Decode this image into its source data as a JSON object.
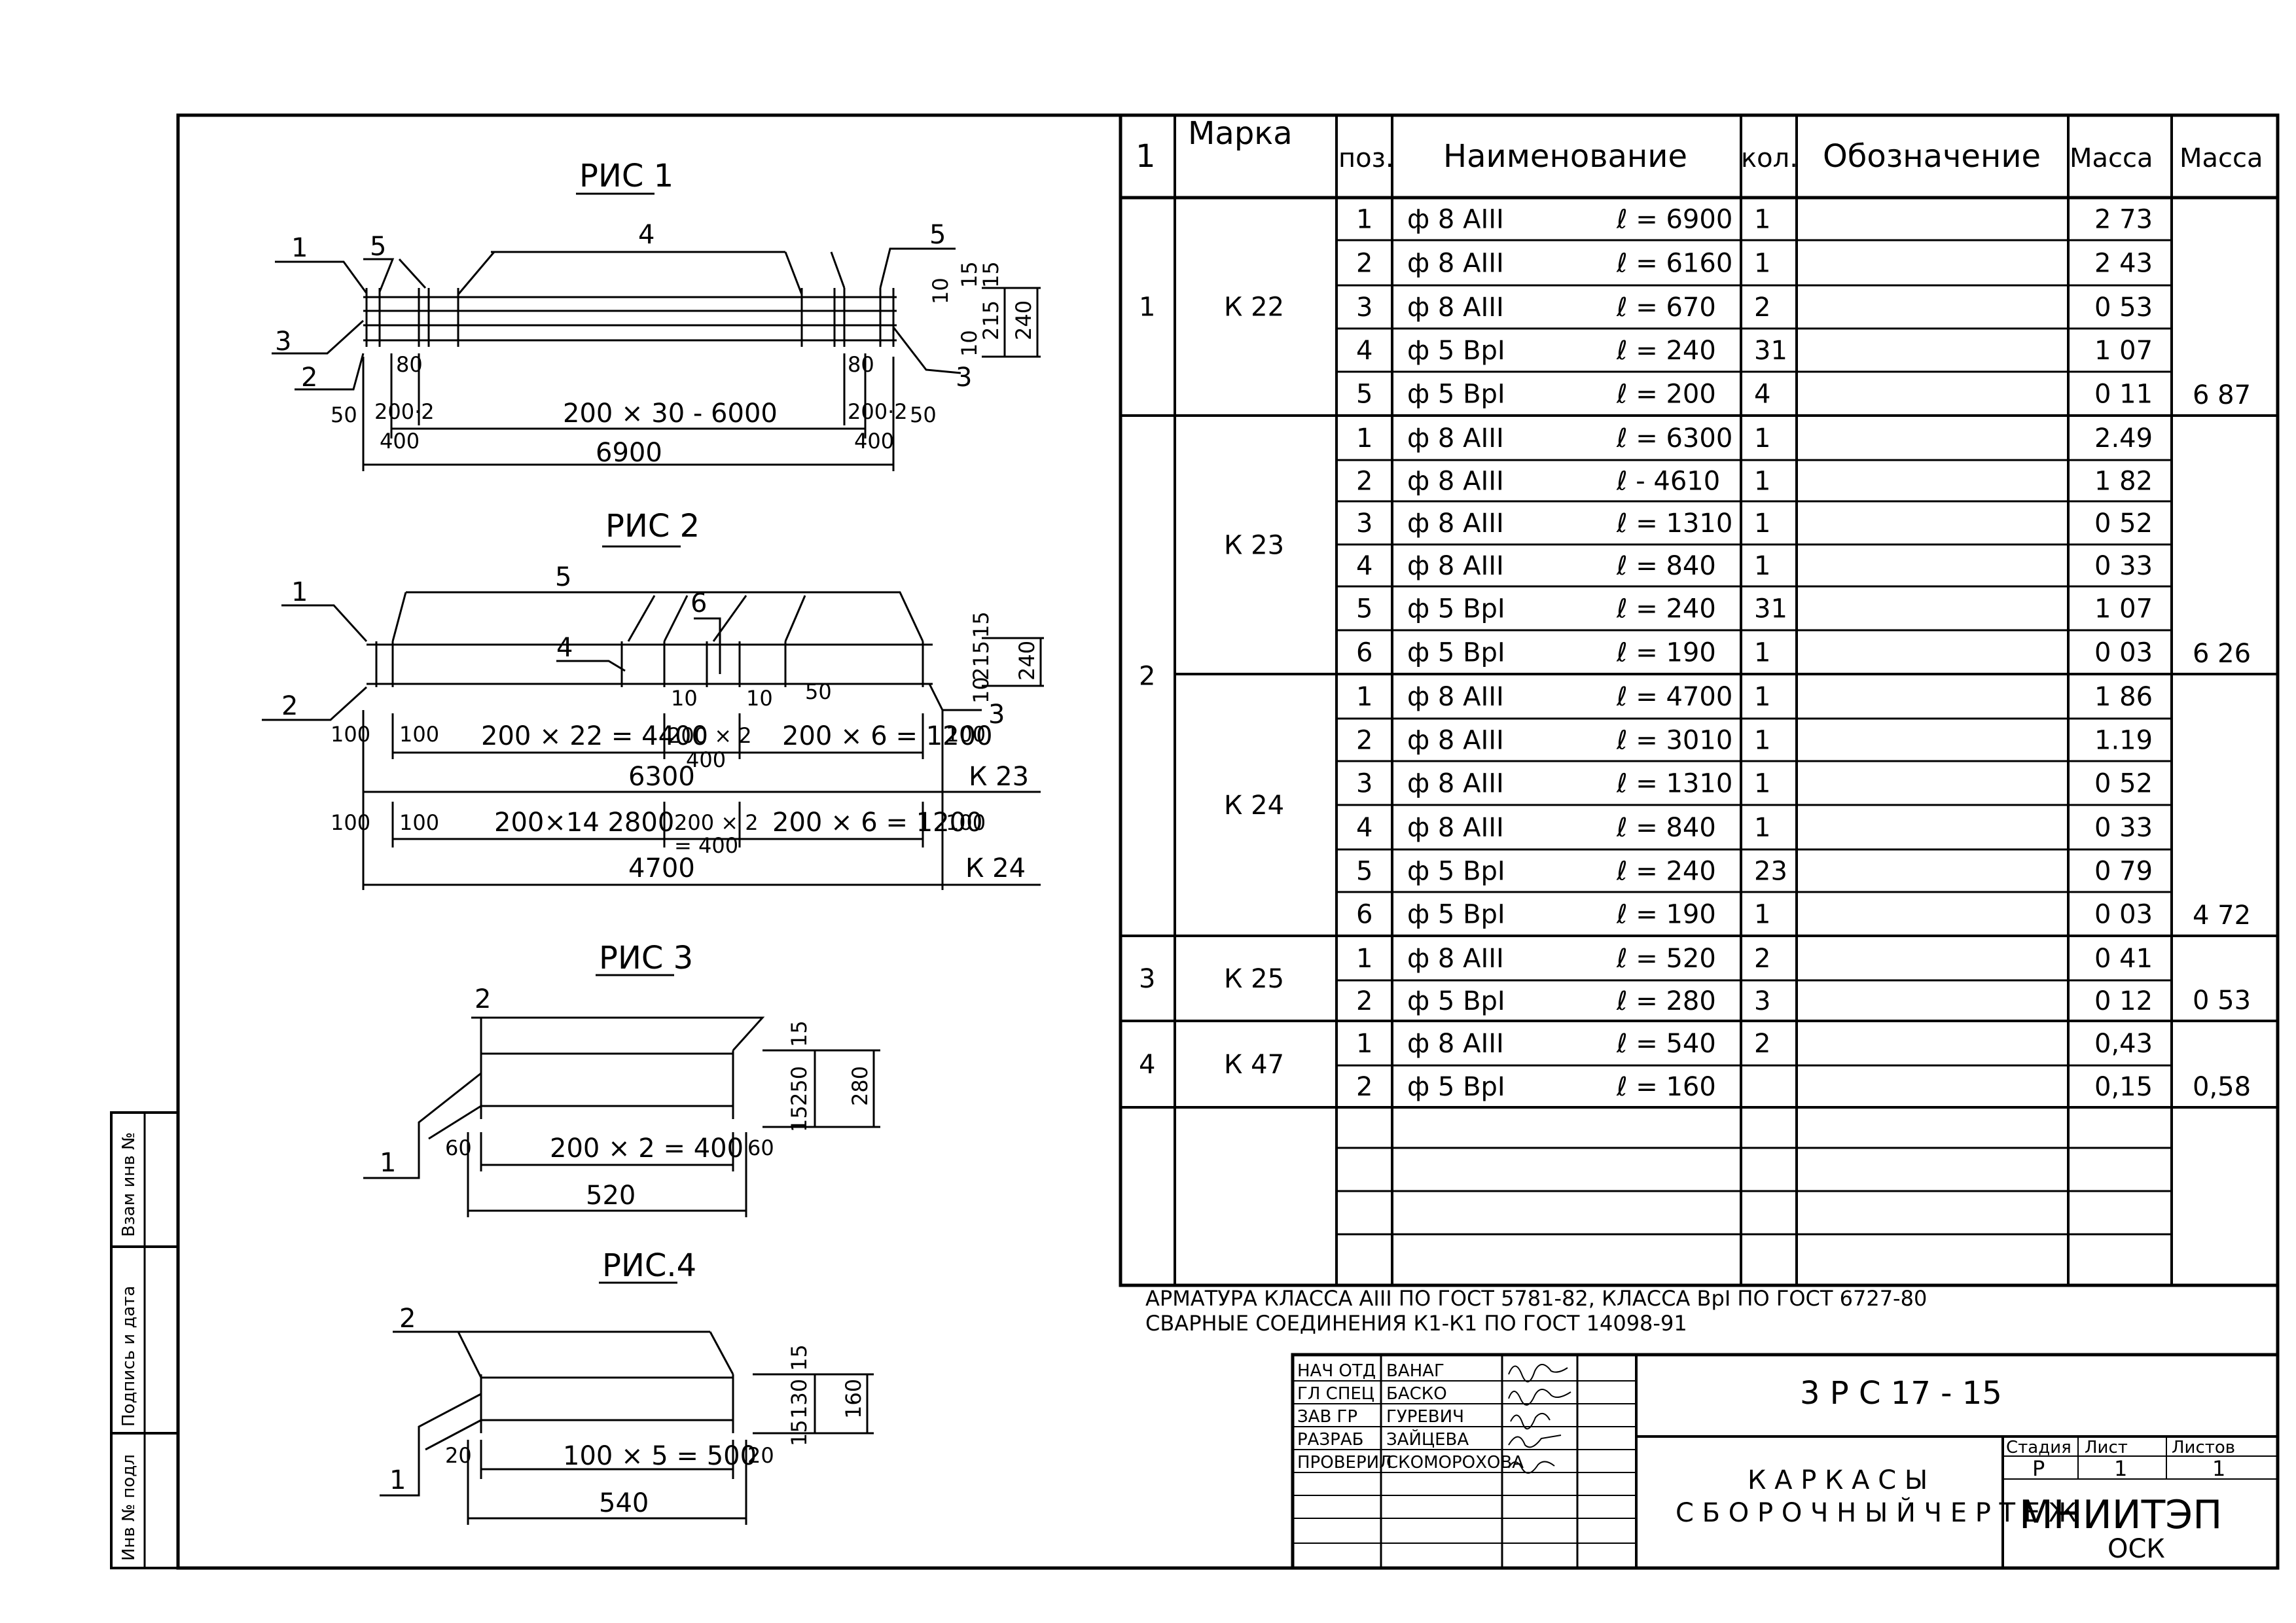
{
  "drawings": {
    "fig1": {
      "title": "РИС 1",
      "callouts": [
        "1",
        "5",
        "4",
        "5",
        "3",
        "3",
        "2"
      ],
      "dims": [
        "80",
        "80",
        "50",
        "200·2",
        "400",
        "200 × 30 - 6000",
        "200·2",
        "400",
        "50",
        "6900",
        "10",
        "15",
        "15",
        "215",
        "240",
        "10"
      ]
    },
    "fig2": {
      "title": "РИС 2",
      "callouts": [
        "1",
        "5",
        "6",
        "4",
        "2",
        "3"
      ],
      "dims": [
        "10",
        "10",
        "50",
        "15",
        "215",
        "10",
        "240"
      ],
      "rowK23": [
        "100",
        "100",
        "200 × 22 = 4400",
        "200 × 2",
        "400",
        "200 × 6 = 1200",
        "100",
        "6300",
        "К 23"
      ],
      "rowK24": [
        "100",
        "100",
        "200×14  2800",
        "200 × 2",
        "= 400",
        "200 × 6 = 1200",
        "100",
        "4700",
        "К 24"
      ]
    },
    "fig3": {
      "title": "РИС 3",
      "callouts": [
        "2",
        "1"
      ],
      "dims": [
        "15",
        "250",
        "15",
        "280",
        "60",
        "200 × 2 = 400",
        "60",
        "520"
      ]
    },
    "fig4": {
      "title": "РИС.4",
      "callouts": [
        "2",
        "1"
      ],
      "dims": [
        "15",
        "130",
        "15",
        "160",
        "20",
        "100 × 5 = 500",
        "20",
        "540"
      ]
    }
  },
  "spec": {
    "headers": [
      "1",
      "Марка",
      "поз.",
      "Наименование",
      "кол.",
      "Обозначение",
      "Масса",
      "Масса"
    ],
    "groups": [
      {
        "num": "1",
        "brands": [
          {
            "mark": "К 22",
            "total": "6 87",
            "rows": [
              [
                "1",
                "ф 8 АIII",
                "ℓ = 6900",
                "1",
                "2 73"
              ],
              [
                "2",
                "ф 8 АIII",
                "ℓ = 6160",
                "1",
                "2 43"
              ],
              [
                "3",
                "ф 8 АIII",
                "ℓ = 670",
                "2",
                "0 53"
              ],
              [
                "4",
                "ф 5 ВрI",
                "ℓ = 240",
                "31",
                "1 07"
              ],
              [
                "5",
                "ф 5 ВрI",
                "ℓ = 200",
                "4",
                "0 11"
              ]
            ]
          }
        ]
      },
      {
        "num": "2",
        "brands": [
          {
            "mark": "К 23",
            "total": "6 26",
            "rows": [
              [
                "1",
                "ф 8 АIII",
                "ℓ = 6300",
                "1",
                "2.49"
              ],
              [
                "2",
                "ф 8 АIII",
                "ℓ - 4610",
                "1",
                "1 82"
              ],
              [
                "3",
                "ф 8 АIII",
                "ℓ = 1310",
                "1",
                "0 52"
              ],
              [
                "4",
                "ф 8 АIII",
                "ℓ = 840",
                "1",
                "0 33"
              ],
              [
                "5",
                "ф 5 ВрI",
                "ℓ = 240",
                "31",
                "1 07"
              ],
              [
                "6",
                "ф 5 ВрI",
                "ℓ = 190",
                "1",
                "0 03"
              ]
            ]
          },
          {
            "mark": "К 24",
            "total": "4 72",
            "rows": [
              [
                "1",
                "ф 8 АIII",
                "ℓ = 4700",
                "1",
                "1 86"
              ],
              [
                "2",
                "ф 8 АIII",
                "ℓ = 3010",
                "1",
                "1.19"
              ],
              [
                "3",
                "ф 8 АIII",
                "ℓ = 1310",
                "1",
                "0 52"
              ],
              [
                "4",
                "ф 8 АIII",
                "ℓ = 840",
                "1",
                "0 33"
              ],
              [
                "5",
                "ф 5 ВрI",
                "ℓ = 240",
                "23",
                "0 79"
              ],
              [
                "6",
                "ф 5 ВрI",
                "ℓ = 190",
                "1",
                "0 03"
              ]
            ]
          }
        ]
      },
      {
        "num": "3",
        "brands": [
          {
            "mark": "К 25",
            "total": "0 53",
            "rows": [
              [
                "1",
                "ф 8 АIII",
                "ℓ = 520",
                "2",
                "0 41"
              ],
              [
                "2",
                "ф 5 ВрI",
                "ℓ = 280",
                "3",
                "0 12"
              ]
            ]
          }
        ]
      },
      {
        "num": "4",
        "brands": [
          {
            "mark": "К 47",
            "total": "0,58",
            "rows": [
              [
                "1",
                "ф 8 АIII",
                "ℓ = 540",
                "2",
                "0,43"
              ],
              [
                "2",
                "ф 5 ВрI",
                "ℓ = 160",
                "",
                "0,15"
              ]
            ]
          }
        ]
      }
    ],
    "empty_rows": 4
  },
  "notes": [
    "АРМАТУРА  КЛАССА  АIII  ПО  ГОСТ  5781-82,  КЛАССА  ВрI  ПО  ГОСТ  6727-80",
    "СВАРНЫЕ  СОЕДИНЕНИЯ  К1-К1  ПО  ГОСТ  14098-91"
  ],
  "title_block": {
    "doc_code": "3 Р С   17 - 15",
    "title_line1": "К А Р К А С Ы",
    "title_line2": "С Б О Р О Ч Н Ы Й    Ч Е Р Т Е Ж",
    "stage_label": "Стадия",
    "sheet_label": "Лист",
    "sheets_label": "Листов",
    "stage": "Р",
    "sheet": "1",
    "sheets": "1",
    "org": "МНИИТЭП",
    "org_sub": "ОСК",
    "people": [
      {
        "role": "НАЧ ОТД",
        "name": "ВАНАГ"
      },
      {
        "role": "ГЛ СПЕЦ",
        "name": "БАСКО"
      },
      {
        "role": "ЗАВ ГР",
        "name": "ГУРЕВИЧ"
      },
      {
        "role": "РАЗРАБ",
        "name": "ЗАЙЦЕВА"
      },
      {
        "role": "ПРОВЕРИЛ",
        "name": "СКОМОРОХОВА"
      }
    ]
  },
  "side_stamp": [
    "Инв № подл",
    "Подпись и дата",
    "Взам инв №"
  ]
}
